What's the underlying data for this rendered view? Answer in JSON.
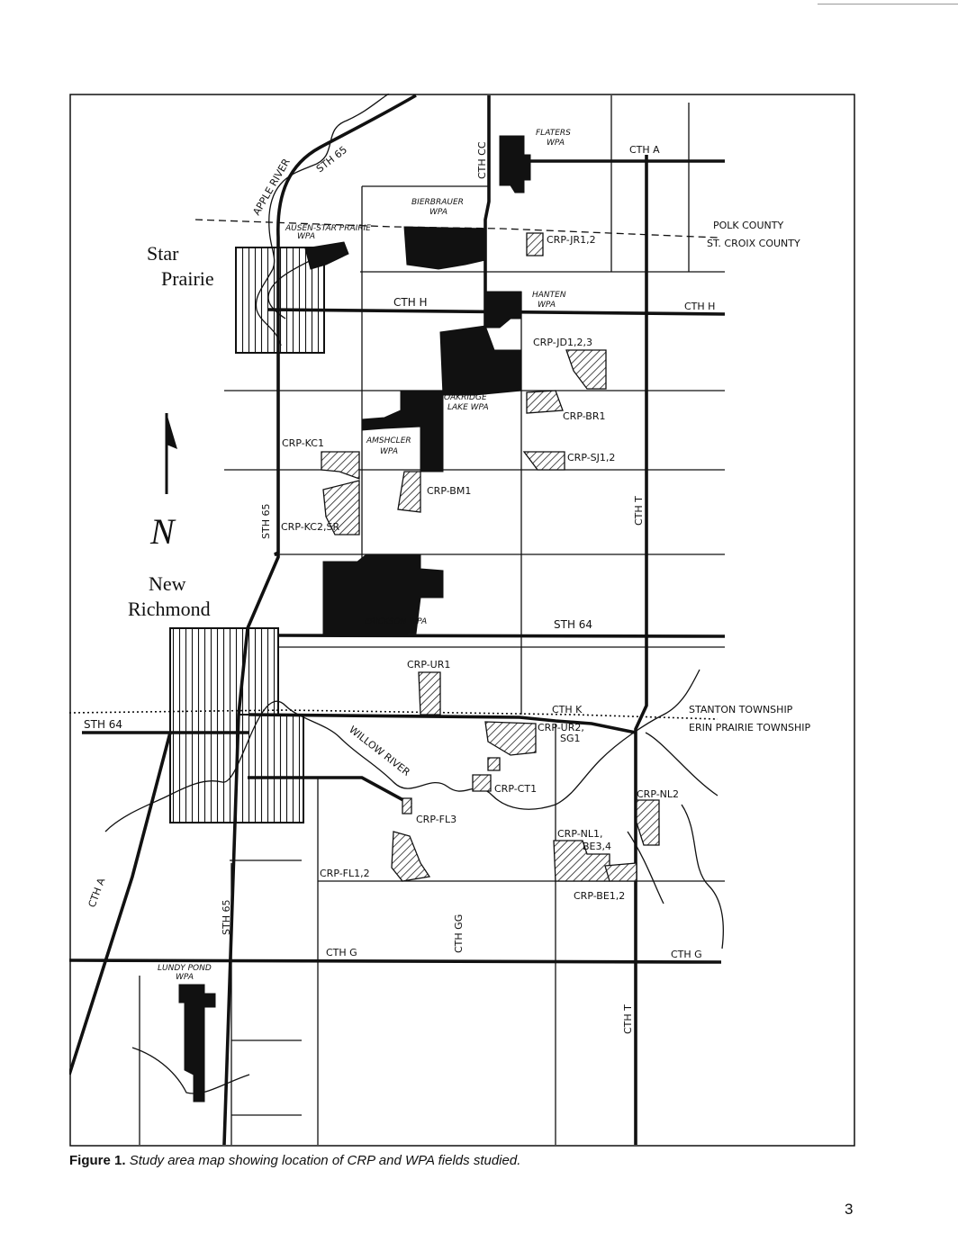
{
  "map": {
    "towns": {
      "star_prairie": [
        "Star",
        "Prairie"
      ],
      "new_richmond": [
        "New",
        "Richmond"
      ]
    },
    "roads": {
      "sth65_top": "STH 65",
      "cth_cc": "CTH CC",
      "cth_a_top": "CTH A",
      "cth_h_left": "CTH H",
      "cth_h_right": "CTH H",
      "sth65_mid": "STH 65",
      "cth_t_mid": "CTH T",
      "sth64_right": "STH 64",
      "sth64_left": "STH 64",
      "cth_k": "CTH K",
      "cth_a_left": "CTH A",
      "sth65_low": "STH 65",
      "cth_gg": "CTH GG",
      "cth_g_left": "CTH G",
      "cth_g_right": "CTH G",
      "cth_t_low": "CTH T"
    },
    "rivers": {
      "apple": "APPLE RIVER",
      "willow": "WILLOW RIVER"
    },
    "boundaries": {
      "polk": "POLK COUNTY",
      "st_croix": "ST. CROIX COUNTY",
      "stanton": "STANTON TOWNSHIP",
      "erin": "ERIN PRAIRIE TOWNSHIP"
    },
    "wpa": {
      "flaters": [
        "FLATERS",
        "WPA"
      ],
      "bierbrauer": [
        "BIERBRAUER",
        "WPA"
      ],
      "ausen": [
        "AUSEN-STAR PRAIRIE",
        "WPA"
      ],
      "hanten": [
        "HANTEN",
        "WPA"
      ],
      "oakridge": [
        "OAKRIDGE",
        "LAKE WPA"
      ],
      "amshcler": [
        "AMSHCLER",
        "WPA"
      ],
      "erickson": "ERICKSON WPA",
      "lundy": [
        "LUNDY POND",
        "WPA"
      ]
    },
    "crp": {
      "jr": "CRP-JR1,2",
      "jd": "CRP-JD1,2,3",
      "br": "CRP-BR1",
      "sj": "CRP-SJ1,2",
      "kc1": "CRP-KC1",
      "kc2": "CRP-KC2,SR",
      "bm": "CRP-BM1",
      "ur1": "CRP-UR1",
      "ur2": [
        "CRP-UR2,",
        "SG1"
      ],
      "ct": "CRP-CT1",
      "nl2": "CRP-NL2",
      "nl1": [
        "CRP-NL1,",
        "BE3,4"
      ],
      "fl3": "CRP-FL3",
      "fl1": "CRP-FL1,2",
      "be": "CRP-BE1,2"
    },
    "north": "N"
  },
  "caption": {
    "label": "Figure 1.",
    "text": "Study area map showing location of CRP and WPA fields studied."
  },
  "page_number": "3"
}
